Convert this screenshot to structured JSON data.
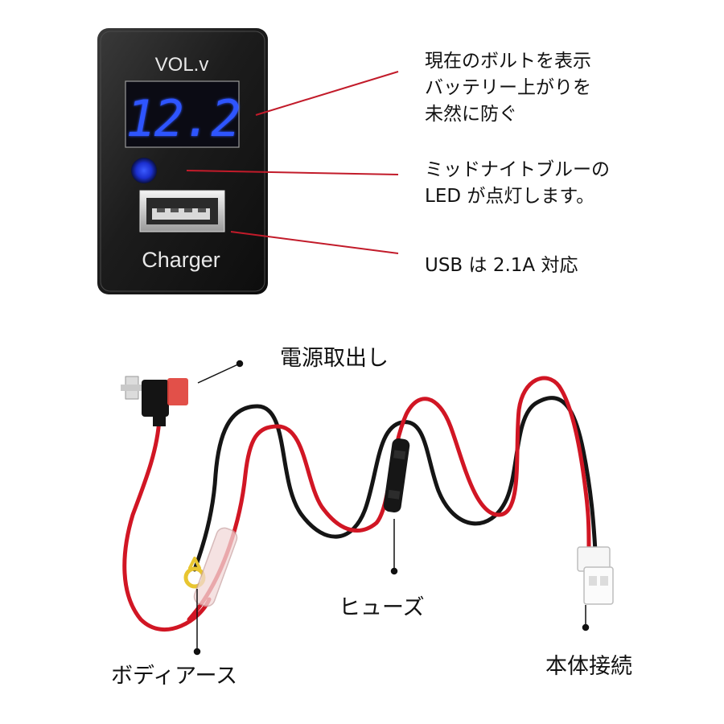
{
  "panel": {
    "title": "VOL.v",
    "reading": "12.2",
    "usb_label": "Charger"
  },
  "callouts": {
    "voltage": [
      "現在のボルトを表示",
      "バッテリー上がりを",
      "未然に防ぐ"
    ],
    "led": [
      "ミッドナイトブルーの",
      "LED が点灯します。"
    ],
    "usb": [
      "USB は 2.1A 対応"
    ]
  },
  "harness_labels": {
    "power_tap": "電源取出し",
    "fuse": "ヒューズ",
    "body_ground": "ボディアース",
    "unit_connection": "本体接続"
  },
  "colors": {
    "display_blue": "#2f55ff",
    "red_wire": "#d11624",
    "black_wire": "#151515",
    "leader_line": "#c21b2a"
  }
}
